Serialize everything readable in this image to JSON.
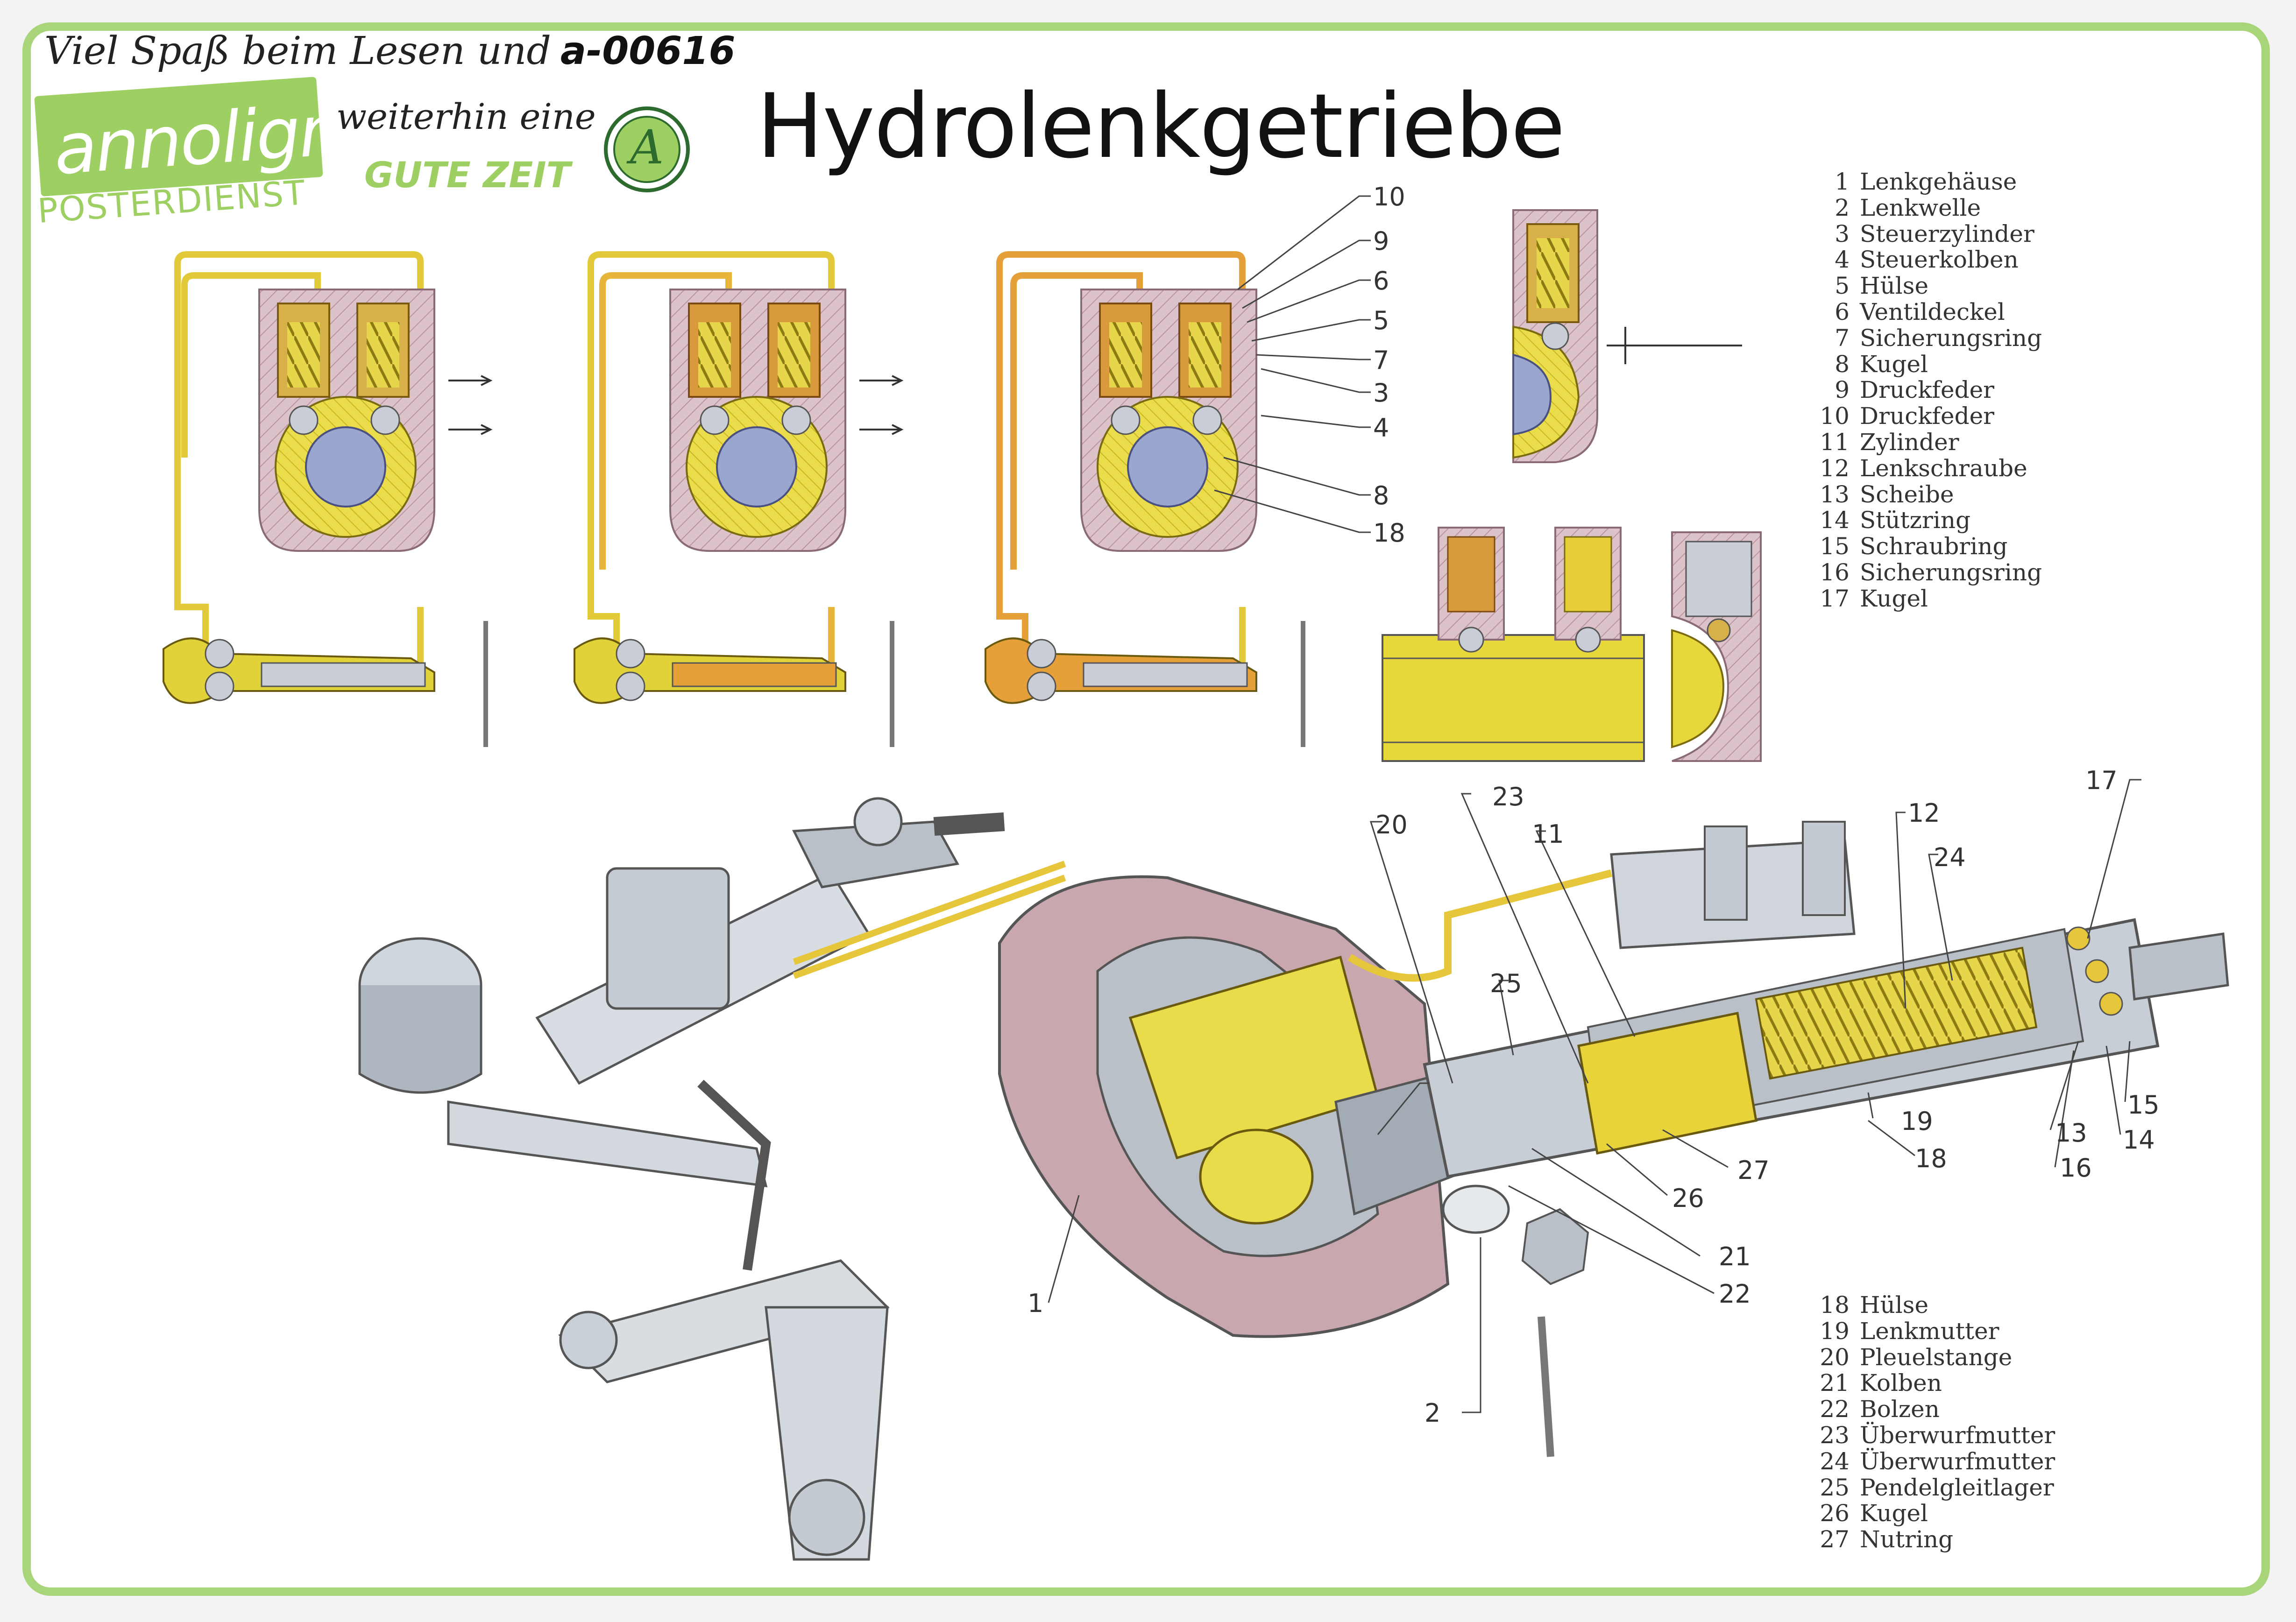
{
  "header": {
    "greeting": "Viel Spaß beim Lesen und",
    "code": "a-00616",
    "greeting_cont": "weiterhin eine",
    "brand": "annoligno",
    "brand_sub": "POSTERDIENST",
    "slogan": "GUTE ZEIT"
  },
  "title": "Hydrolenkgetriebe",
  "legend_top": [
    {
      "num": "1",
      "label": "Lenkgehäuse"
    },
    {
      "num": "2",
      "label": "Lenkwelle"
    },
    {
      "num": "3",
      "label": "Steuerzylinder"
    },
    {
      "num": "4",
      "label": "Steuerkolben"
    },
    {
      "num": "5",
      "label": "Hülse"
    },
    {
      "num": "6",
      "label": "Ventildeckel"
    },
    {
      "num": "7",
      "label": "Sicherungsring"
    },
    {
      "num": "8",
      "label": "Kugel"
    },
    {
      "num": "9",
      "label": "Druckfeder"
    },
    {
      "num": "10",
      "label": "Druckfeder"
    },
    {
      "num": "11",
      "label": "Zylinder"
    },
    {
      "num": "12",
      "label": "Lenkschraube"
    },
    {
      "num": "13",
      "label": "Scheibe"
    },
    {
      "num": "14",
      "label": "Stützring"
    },
    {
      "num": "15",
      "label": "Schraubring"
    },
    {
      "num": "16",
      "label": "Sicherungsring"
    },
    {
      "num": "17",
      "label": "Kugel"
    }
  ],
  "legend_bottom": [
    {
      "num": "18",
      "label": "Hülse"
    },
    {
      "num": "19",
      "label": "Lenkmutter"
    },
    {
      "num": "20",
      "label": "Pleuelstange"
    },
    {
      "num": "21",
      "label": "Kolben"
    },
    {
      "num": "22",
      "label": "Bolzen"
    },
    {
      "num": "23",
      "label": "Überwurfmutter"
    },
    {
      "num": "24",
      "label": "Überwurfmutter"
    },
    {
      "num": "25",
      "label": "Pendelgleitlager"
    },
    {
      "num": "26",
      "label": "Kugel"
    },
    {
      "num": "27",
      "label": "Nutring"
    }
  ],
  "callouts_top": [
    "10",
    "9",
    "6",
    "5",
    "7",
    "3",
    "4",
    "8",
    "18"
  ],
  "callouts_main": [
    "20",
    "23",
    "11",
    "12",
    "24",
    "17",
    "25",
    "19",
    "18",
    "27",
    "26",
    "13",
    "16",
    "14",
    "15",
    "21",
    "22",
    "1",
    "2"
  ],
  "colors": {
    "frame": "#a8d57a",
    "brand_green": "#9dcf63",
    "oil_yellow": "#e8d83a",
    "housing_pink": "#d9b8c0",
    "steel_grey": "#b9c0c8"
  }
}
